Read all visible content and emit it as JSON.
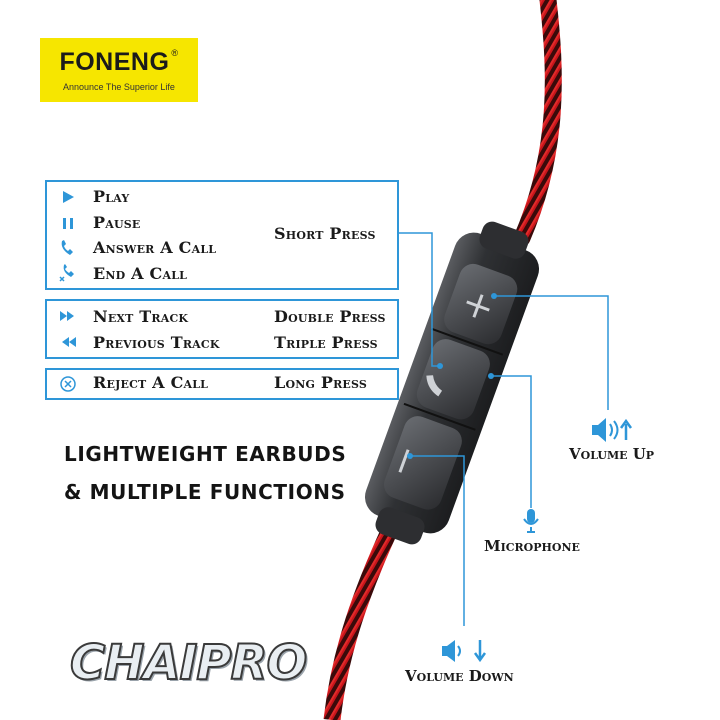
{
  "brand": {
    "name": "FONENG",
    "registered": "®",
    "tagline": "Announce The Superior Life",
    "logo_bg": "#f6e600"
  },
  "accent_color": "#2e96d8",
  "panels": [
    {
      "press": "Short Press",
      "items": [
        {
          "icon": "play-icon",
          "label": "Play"
        },
        {
          "icon": "pause-icon",
          "label": "Pause"
        },
        {
          "icon": "phone-answer-icon",
          "label": "Answer A Call"
        },
        {
          "icon": "phone-end-icon",
          "label": "End A Call"
        }
      ]
    },
    {
      "items": [
        {
          "icon": "next-track-icon",
          "label": "Next Track",
          "press": "Double Press"
        },
        {
          "icon": "previous-track-icon",
          "label": "Previous Track",
          "press": "Triple Press"
        }
      ]
    },
    {
      "items": [
        {
          "icon": "reject-call-icon",
          "label": "Reject A Call",
          "press": "Long Press"
        }
      ]
    }
  ],
  "headline": {
    "line1": "LIGHTWEIGHT EARBUDS",
    "line2": "& MULTIPLE FUNCTIONS"
  },
  "features": {
    "volume_up": {
      "label": "Volume Up",
      "icon": "speaker-up-icon"
    },
    "microphone": {
      "label": "Microphone",
      "icon": "microphone-icon"
    },
    "volume_down": {
      "label": "Volume Down",
      "icon": "speaker-down-icon"
    }
  },
  "remote": {
    "plus_icon": "plus-icon",
    "call_icon": "phone-icon",
    "minus_icon": "minus-icon",
    "cable_color": "#c8151b"
  },
  "watermark": "CHAIPRO"
}
